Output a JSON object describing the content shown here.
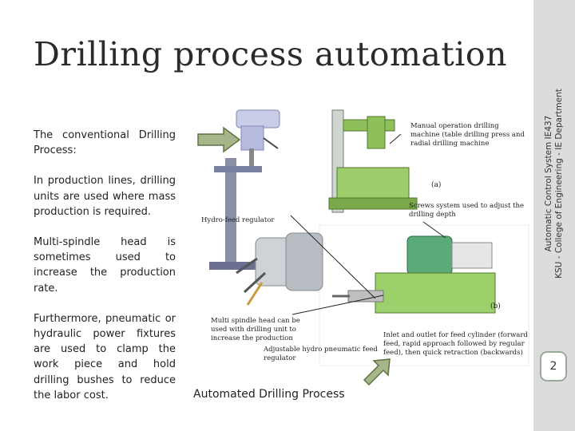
{
  "slide": {
    "title": "Drilling process automation",
    "paragraphs": [
      "The conventional Drilling Process:",
      "In production lines, drilling units are used where mass production is required.",
      "Multi-spindle head is sometimes used to increase the production rate.",
      "Furthermore, pneumatic or hydraulic power fixtures are used to clamp the work piece and hold drilling bushes to reduce the labor cost."
    ],
    "caption": "Automated Drilling Process",
    "page_number": "2",
    "sidebar_line1": "Automatic Control System IE437",
    "sidebar_line2": "KSU - College of Engineering - IE Department"
  },
  "figure": {
    "label_manual": [
      "Manual operation drilling",
      "machine (table drilling press and",
      "radial drilling machine"
    ],
    "label_a": "(a)",
    "label_hydro": "Hydro-feed regulator",
    "label_screw": [
      "Screws system used to adjust the",
      "drilling depth"
    ],
    "label_multi": [
      "Multi spindle head can be",
      "used with drilling unit to",
      "increase the production"
    ],
    "label_b": "(b)",
    "label_adjustable": [
      "Adjustable hydro pneumatic feed",
      "regulator"
    ],
    "label_inlet": [
      "Inlet and outlet for feed cylinder (forward",
      "feed, rapid approach followed by regular",
      "feed), then quick retraction (backwards)"
    ]
  },
  "colors": {
    "arrow_fill": "#a7b58a",
    "arrow_stroke": "#5f7243",
    "machine_green": "#8fbf5a",
    "sidebar_bg": "#dcdcdc"
  }
}
